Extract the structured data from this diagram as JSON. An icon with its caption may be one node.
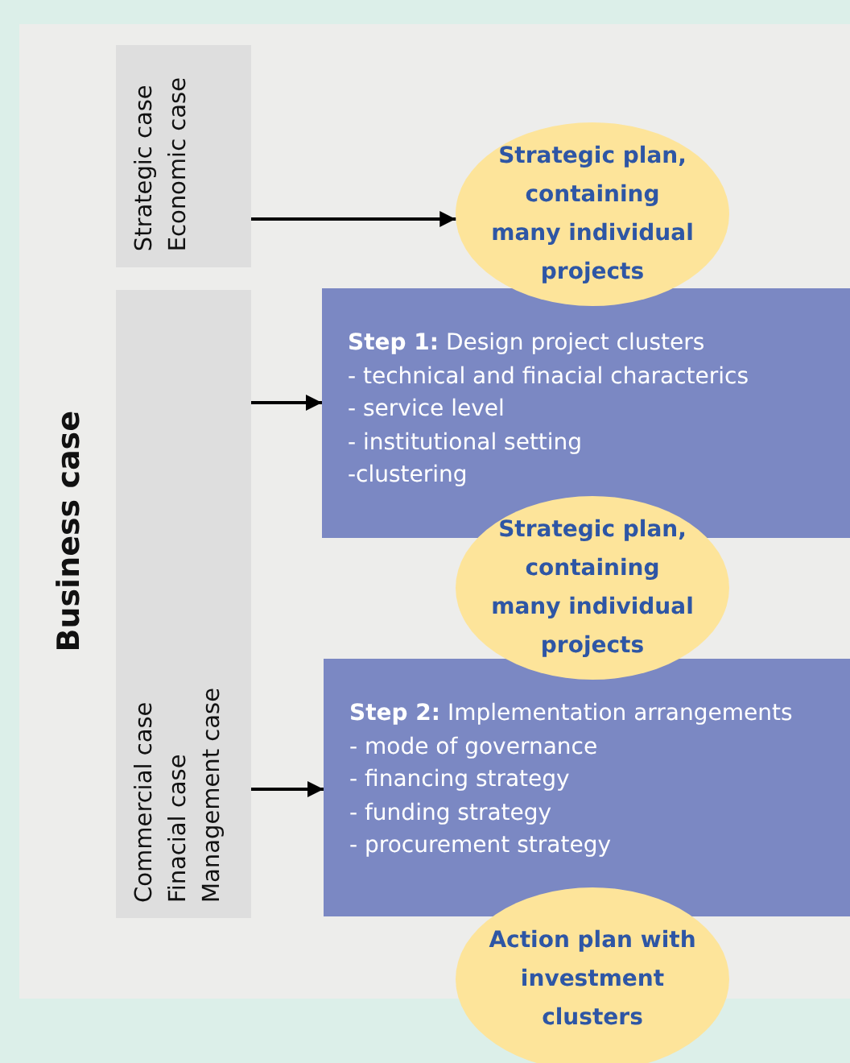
{
  "diagram": {
    "nodes": [
      {
        "text": [
          "Business case"
        ]
      },
      {
        "text": [
          "Strategic case",
          "Economic case"
        ],
        "in": 0
      },
      {
        "text": [
          "Commercial case",
          "Finacial case",
          "Management case"
        ],
        "in": 0
      },
      {
        "text": [
          "Strategic plan, containing many individual projects"
        ],
        "in": 0
      },
      {
        "text": [
          "**Step 1:** Design project clusters",
          "- technical and finacial characterics",
          "- service level",
          "- institutional setting",
          "-clustering"
        ],
        "in": 0
      },
      {
        "text": [
          "Strategic plan, containing many individual projects"
        ],
        "in": 0
      },
      {
        "text": [
          "**Step 2:** Implementation arrangements",
          "- mode of governance",
          "- financing strategy",
          "- funding strategy",
          "- procurement strategy"
        ],
        "in": 0
      },
      {
        "text": [
          "Action plan with investment clusters"
        ]
      }
    ],
    "edges": [
      {
        "from": 1,
        "to": 3,
        "arrow": "to"
      },
      {
        "from": 2,
        "to": 4,
        "arrow": "to"
      },
      {
        "from": 2,
        "to": 6,
        "arrow": "to"
      }
    ]
  }
}
